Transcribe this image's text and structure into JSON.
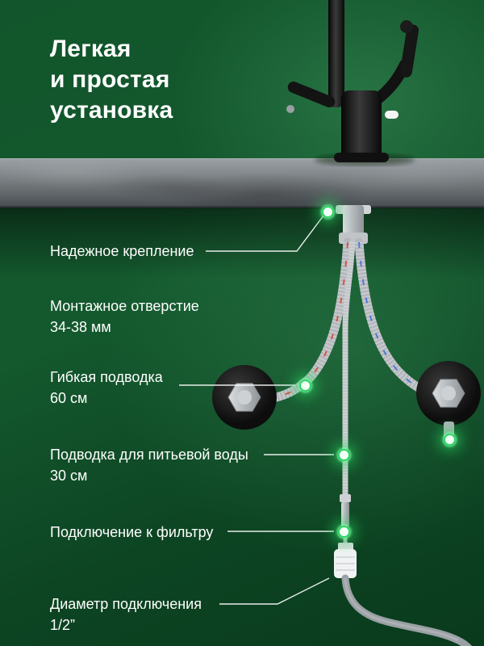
{
  "title": {
    "line1": "Легкая",
    "line2": "и простая",
    "line3": "установка"
  },
  "annotations": [
    {
      "id": "fastening",
      "line1": "Надежное крепление"
    },
    {
      "id": "mounting-hole",
      "line1": "Монтажное отверстие",
      "line2": "34-38 мм"
    },
    {
      "id": "flexible-hose",
      "line1": "Гибкая подводка",
      "line2": "60 см"
    },
    {
      "id": "drinking-water-hose",
      "line1": "Подводка для питьевой воды",
      "line2": "30 см"
    },
    {
      "id": "filter-connection",
      "line1": "Подключение к фильтру"
    },
    {
      "id": "connection-diameter",
      "line1": "Диаметр подключения",
      "line2": "1/2”"
    }
  ],
  "markers": [
    {
      "name": "fastening-marker"
    },
    {
      "name": "flexible-hose-marker"
    },
    {
      "name": "right-valve-marker"
    },
    {
      "name": "drinking-hose-marker"
    },
    {
      "name": "filter-connection-marker"
    }
  ],
  "colors": {
    "background_green": "#12552c",
    "text": "#ffffff",
    "glow_green": "#2fd565",
    "counter_gray": "#7c8185",
    "faucet_black": "#141414",
    "hose_gray": "#b7bbbe",
    "hot_stripe_red": "#d8503c",
    "cold_stripe_blue": "#4a74d8"
  }
}
